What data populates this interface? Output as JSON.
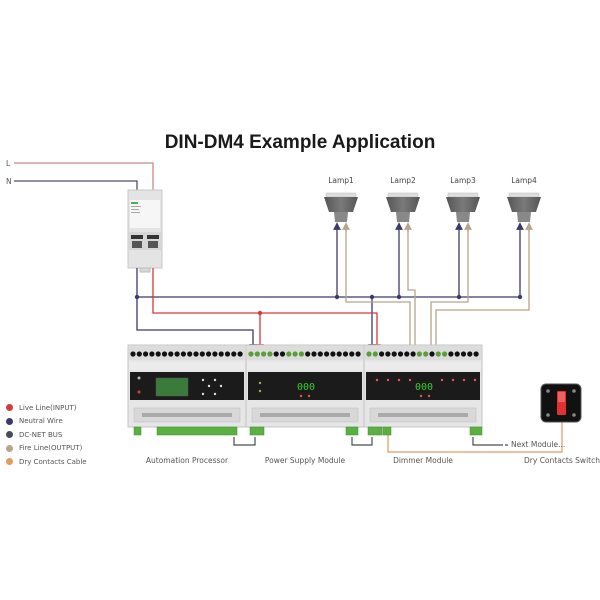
{
  "title": "DIN-DM4 Example Application",
  "power_inputs": {
    "live": "L",
    "neutral": "N"
  },
  "lamps": [
    {
      "label": "Lamp1"
    },
    {
      "label": "Lamp2"
    },
    {
      "label": "Lamp3"
    },
    {
      "label": "Lamp4"
    }
  ],
  "modules": [
    {
      "label": "Automation Processor",
      "display": ""
    },
    {
      "label": "Power Supply Module",
      "display": "000"
    },
    {
      "label": "Dimmer Module",
      "display": "000"
    }
  ],
  "next_module": {
    "label": "Next Module..."
  },
  "switch": {
    "label": "Dry Contacts Switch"
  },
  "legend": [
    {
      "label": "Live Line(INPUT)",
      "color": "#d63a3a"
    },
    {
      "label": "Neutral Wire",
      "color": "#3b3a6b"
    },
    {
      "label": "DC-NET BUS",
      "color": "#4a4a5a"
    },
    {
      "label": "Fire Line(OUTPUT)",
      "color": "#b8a48a"
    },
    {
      "label": "Dry Contacts Cable",
      "color": "#e39a5c"
    }
  ],
  "colors": {
    "live": "#d63a3a",
    "live_input": "#c98a8a",
    "neutral": "#3b3a6b",
    "bus": "#4a4a5a",
    "fire": "#b8a48a",
    "dry": "#e39a5c",
    "display_green": "#33cc33"
  }
}
